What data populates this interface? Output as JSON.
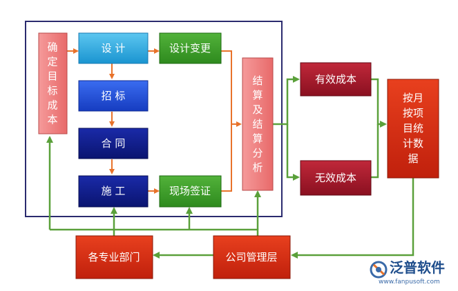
{
  "nodes": {
    "target_cost": "确定目标成本",
    "design": "设 计",
    "design_change": "设计变更",
    "tender": "招 标",
    "contract": "合 同",
    "construction": "施 工",
    "site_visa": "现场签证",
    "settlement": "结算及结算分析",
    "effective_cost": "有效成本",
    "ineffective_cost": "无效成本",
    "monthly_stats": "按月按项目统计数据",
    "company_management": "公司管理层",
    "departments": "各专业部门"
  },
  "watermark": {
    "brand": "泛普软件",
    "url": "www.fanpusoft.com"
  },
  "colors": {
    "frame": "#2a2a6e",
    "pink": "#f08080",
    "cyan": "#2aa8e0",
    "blue": "#1a4fd0",
    "navy": "#0e1c8a",
    "green": "#3a9a2a",
    "darkred": "#a81c2a",
    "red": "#d42a14",
    "arrow_orange": "#e8722a",
    "arrow_green": "#5aa03a"
  }
}
